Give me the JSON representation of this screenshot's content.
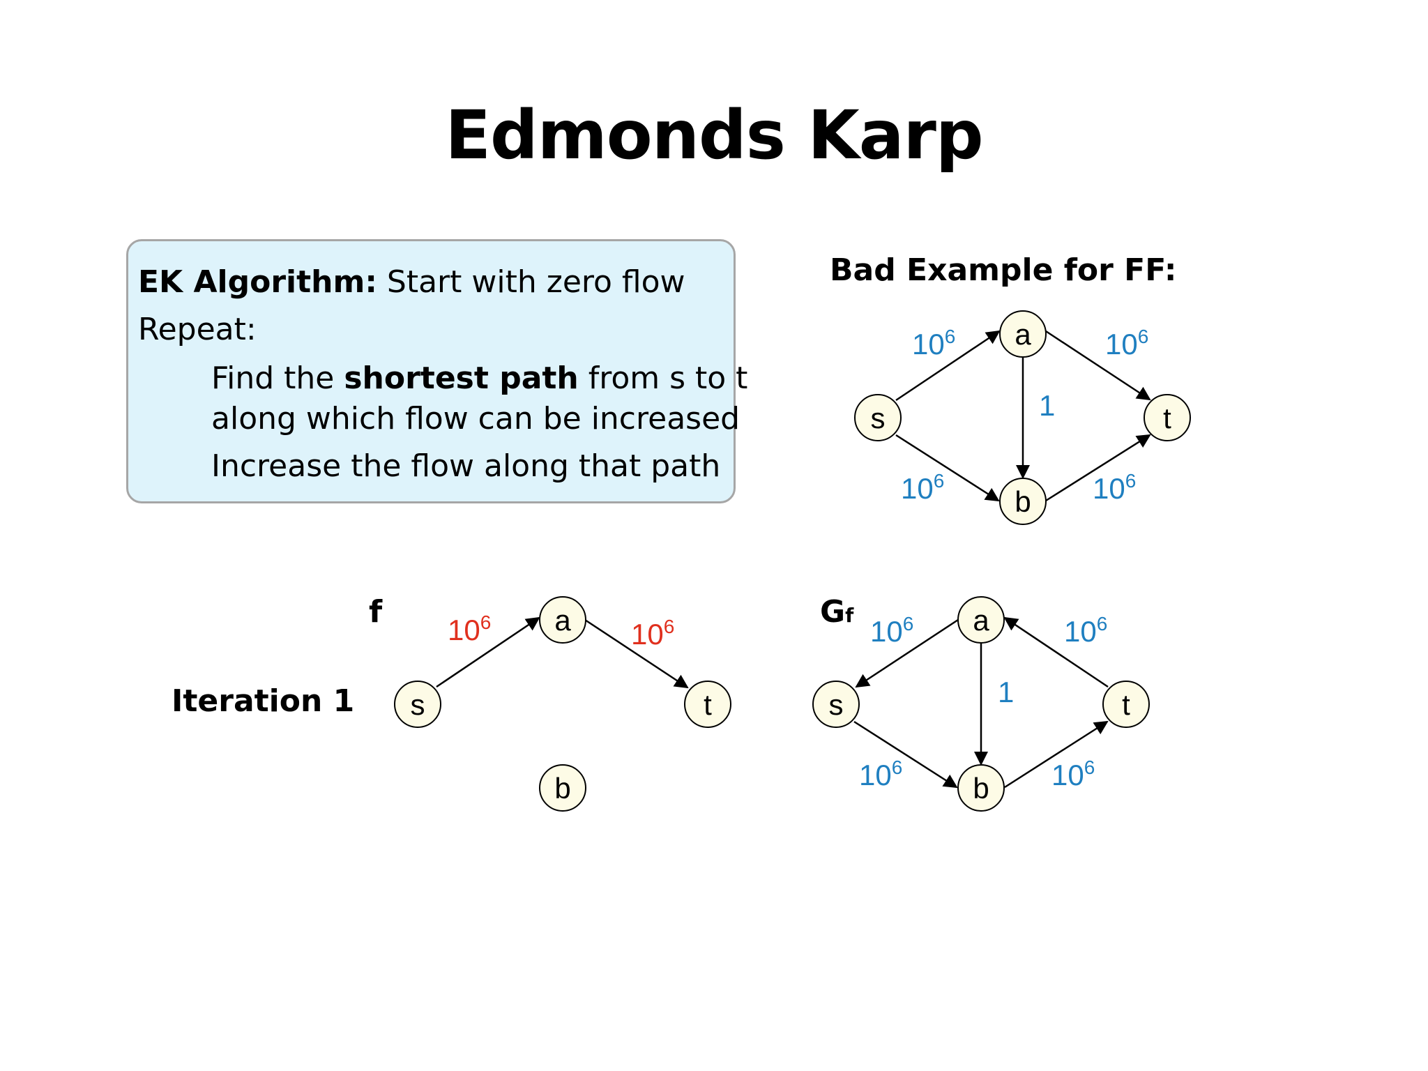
{
  "slide": {
    "title": "Edmonds Karp"
  },
  "algorithm_box": {
    "line1_bold": "EK Algorithm:",
    "line1_rest": " Start with zero flow",
    "line2": "Repeat:",
    "line3_pre": "Find the ",
    "line3_bold": "shortest path",
    "line3_post": " from s to t",
    "line4": "along which flow can be increased",
    "line5": "Increase the flow along that path"
  },
  "labels": {
    "bad_example": "Bad Example for FF:",
    "f": "f",
    "gf_main": "G",
    "gf_sub": "f",
    "iteration": "Iteration 1"
  },
  "graphs": {
    "bad_example": {
      "nodes": {
        "s": "s",
        "a": "a",
        "b": "b",
        "t": "t"
      },
      "edges": {
        "sa": {
          "base": "10",
          "exp": "6"
        },
        "at": {
          "base": "10",
          "exp": "6"
        },
        "ab": {
          "base": "1"
        },
        "sb": {
          "base": "10",
          "exp": "6"
        },
        "bt": {
          "base": "10",
          "exp": "6"
        }
      }
    },
    "flow": {
      "nodes": {
        "s": "s",
        "a": "a",
        "b": "b",
        "t": "t"
      },
      "edges": {
        "sa": {
          "base": "10",
          "exp": "6"
        },
        "at": {
          "base": "10",
          "exp": "6"
        }
      }
    },
    "residual": {
      "nodes": {
        "s": "s",
        "a": "a",
        "b": "b",
        "t": "t"
      },
      "edges": {
        "as": {
          "base": "10",
          "exp": "6"
        },
        "ta": {
          "base": "10",
          "exp": "6"
        },
        "ab": {
          "base": "1"
        },
        "sb": {
          "base": "10",
          "exp": "6"
        },
        "bt": {
          "base": "10",
          "exp": "6"
        }
      }
    }
  },
  "colors": {
    "capacity": "#1f7fc0",
    "flow": "#e0301e",
    "node_fill": "#fdfbe6",
    "box_fill": "#def3fb"
  }
}
